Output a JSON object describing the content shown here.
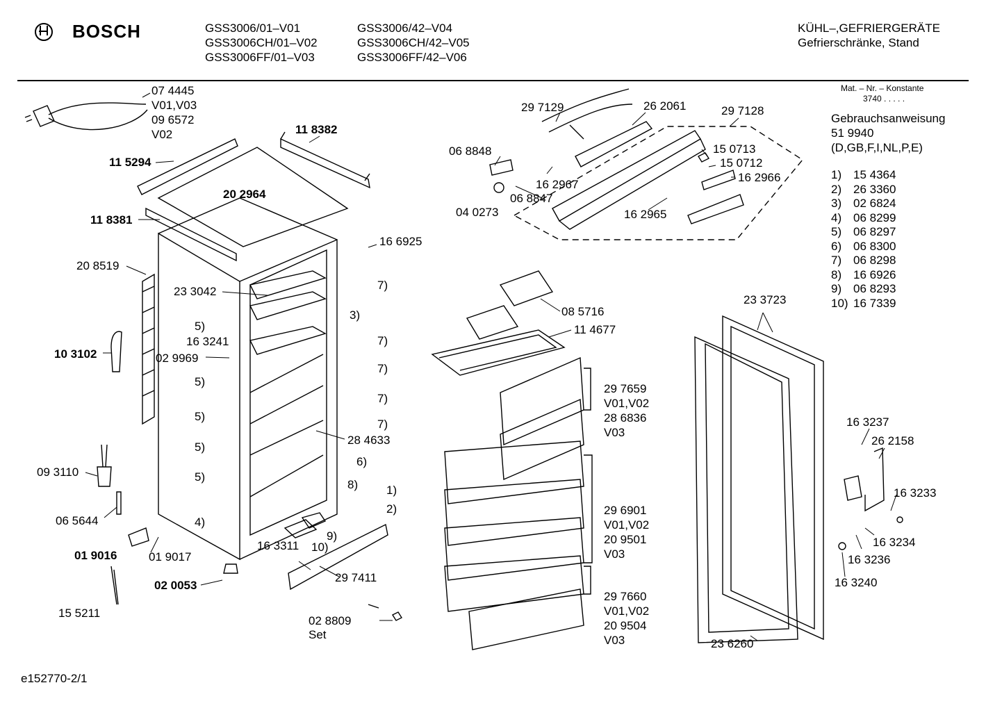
{
  "header": {
    "brand": "BOSCH",
    "models_col1": [
      "GSS3006/01–V01",
      "GSS3006CH/01–V02",
      "GSS3006FF/01–V03"
    ],
    "models_col2": [
      "GSS3006/42–V04",
      "GSS3006CH/42–V05",
      "GSS3006FF/42–V06"
    ],
    "category": "KÜHL–,GEFRIERGERÄTE",
    "subcategory": "Gefrierschränke, Stand"
  },
  "info": {
    "mat_nr_label": "Mat. – Nr. – Konstante",
    "mat_nr_value": "3740  .  .  .  .  .",
    "manual_title": "Gebrauchsanweisung",
    "manual_number": "51 9940",
    "manual_langs": "(D,GB,F,I,NL,P,E)"
  },
  "legend": [
    {
      "key": "1)",
      "part": "15 4364"
    },
    {
      "key": "2)",
      "part": "26 3360"
    },
    {
      "key": "3)",
      "part": "02 6824"
    },
    {
      "key": "4)",
      "part": "06 8299"
    },
    {
      "key": "5)",
      "part": "06 8297"
    },
    {
      "key": "6)",
      "part": "06 8300"
    },
    {
      "key": "7)",
      "part": "06 8298"
    },
    {
      "key": "8)",
      "part": "16 6926"
    },
    {
      "key": "9)",
      "part": "06 8293"
    },
    {
      "key": "10)",
      "part": "16 7339"
    }
  ],
  "labels": {
    "p074445": "07 4445",
    "v0103": "V01,V03",
    "p096572": "09 6572",
    "v02": "V02",
    "p118382": "11 8382",
    "p115294": "11 5294",
    "p202964": "20 2964",
    "p118381": "11 8381",
    "p208519": "20 8519",
    "p233042": "23 3042",
    "p166925": "16 6925",
    "p163241": "16 3241",
    "p029969": "02 9969",
    "p103102": "10 3102",
    "p284633": "28 4633",
    "p093110": "09 3110",
    "p065644": "06 5644",
    "p019016": "01 9016",
    "p019017": "01 9017",
    "p020053": "02 0053",
    "p155211": "15 5211",
    "p163311": "16 3311",
    "p297411": "29 7411",
    "p028809": "02 8809",
    "set": "Set",
    "p297129": "29 7129",
    "p262061": "26 2061",
    "p297128": "29 7128",
    "p068848": "06 8848",
    "p162967": "16 2967",
    "p068847": "06 8847",
    "p040273": "04 0273",
    "p150713": "15 0713",
    "p150712": "15 0712",
    "p162966": "16 2966",
    "p162965": "16 2965",
    "p085716": "08 5716",
    "p114677": "11 4677",
    "p297659": "29 7659",
    "v0102a": "V01,V02",
    "p286836": "28 6836",
    "v03a": "V03",
    "p296901": "29 6901",
    "v0102b": "V01,V02",
    "p209501": "20 9501",
    "v03b": "V03",
    "p297660": "29 7660",
    "v0102c": "V01,V02",
    "p209504": "20 9504",
    "v03c": "V03",
    "p233723": "23 3723",
    "p236260": "23 6260",
    "p163237": "16 3237",
    "p262158": "26 2158",
    "p163233": "16 3233",
    "p163234": "16 3234",
    "p163236": "16 3236",
    "p163240": "16 3240",
    "k5": "5)",
    "k7": "7)",
    "k3": "3)",
    "k4": "4)",
    "k6": "6)",
    "k8": "8)",
    "k9": "9)",
    "k10": "10)",
    "k1": "1)",
    "k2": "2)"
  },
  "footer": {
    "code": "e152770-2/1"
  }
}
